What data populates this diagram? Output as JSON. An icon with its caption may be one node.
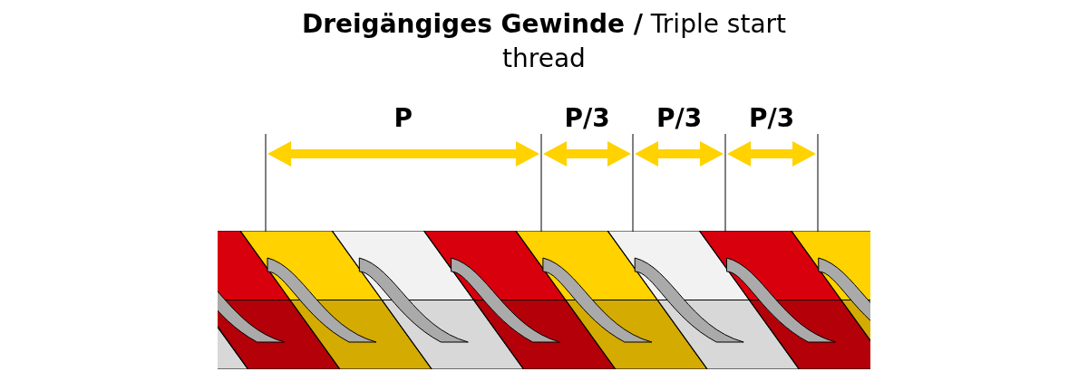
{
  "diagram": {
    "title": "**Dreigängiges Gewinde /** Triple start thread",
    "labels": [
      "P",
      "P/3",
      "P/3",
      "P/3"
    ]
  }
}
